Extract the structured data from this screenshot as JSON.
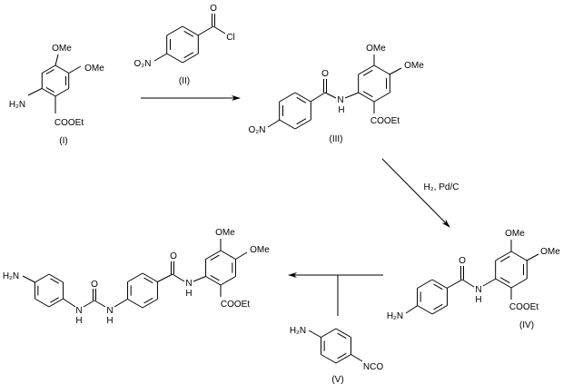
{
  "compounds": {
    "I": {
      "label": "(I)",
      "ome1": "OMe",
      "ome2": "OMe",
      "amine": "H₂N",
      "ester": "COOEt"
    },
    "II": {
      "label": "(II)",
      "oxygen": "O",
      "chloro": "Cl",
      "nitro": "O₂N"
    },
    "III": {
      "label": "(III)",
      "oxygen": "O",
      "n": "N",
      "h": "H",
      "ome1": "OMe",
      "ome2": "OMe",
      "ester": "COOEt",
      "nitro": "O₂N"
    },
    "IV": {
      "label": "(IV)",
      "oxygen": "O",
      "n": "N",
      "h": "H",
      "ome1": "OMe",
      "ome2": "OMe",
      "ester": "COOEt",
      "amine": "H₂N"
    },
    "V": {
      "label": "(V)",
      "amine": "H₂N",
      "isocyanate": "NCO"
    },
    "product": {
      "amine": "H₂N",
      "n1": "N",
      "h1": "H",
      "urea_oxygen": "O",
      "n2": "N",
      "h2": "H",
      "amide_oxygen": "O",
      "n3": "N",
      "h3": "H",
      "ome1": "OMe",
      "ome2": "OMe",
      "ester": "COOEt"
    }
  },
  "reactions": {
    "step2_conditions": "H₂, Pd/C"
  }
}
